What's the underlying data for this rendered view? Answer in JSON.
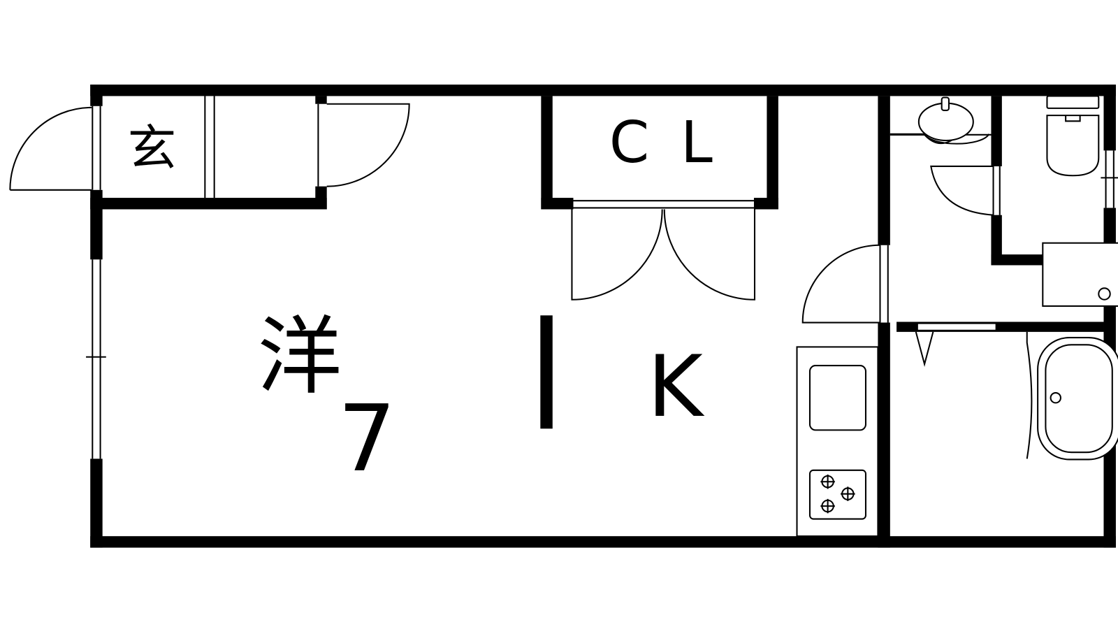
{
  "plan": {
    "rooms": {
      "entrance": "玄",
      "closet_c": "C",
      "closet_l": "L",
      "western_room": "洋",
      "western_room_size": "7",
      "kitchen": "K"
    },
    "colors": {
      "wall": "#000000",
      "background": "#ffffff"
    }
  }
}
